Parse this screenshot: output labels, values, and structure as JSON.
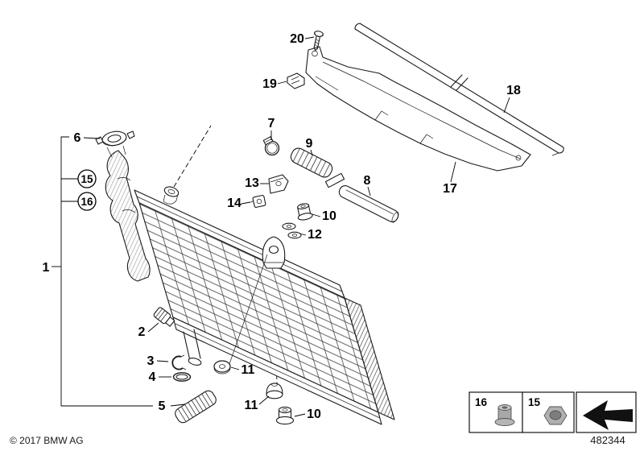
{
  "footer": {
    "copyright": "© 2017 BMW AG",
    "doc_number": "482344"
  },
  "callouts": {
    "n1": "1",
    "n2": "2",
    "n3": "3",
    "n4": "4",
    "n5": "5",
    "n6": "6",
    "n7": "7",
    "n8": "8",
    "n9": "9",
    "n10a": "10",
    "n10b": "10",
    "n11a": "11",
    "n11b": "11",
    "n12": "12",
    "n13": "13",
    "n14": "14",
    "n15": "15",
    "n16": "16",
    "n17": "17",
    "n18": "18",
    "n19": "19",
    "n20": "20"
  },
  "legend": {
    "items": [
      {
        "label": "16",
        "icon": "grommet-icon"
      },
      {
        "label": "15",
        "icon": "hex-nut-icon"
      },
      {
        "icon": "direction-arrow-icon"
      }
    ]
  }
}
